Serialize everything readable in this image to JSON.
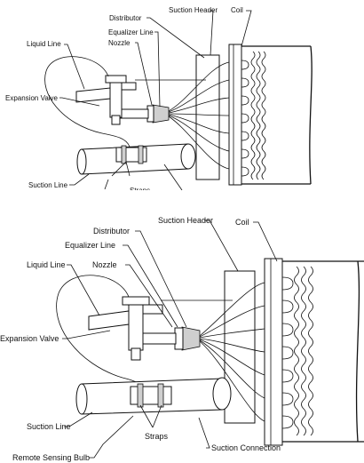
{
  "small_diagram": {
    "suction_header": "Suction Header",
    "coil": "Coil",
    "distributor": "Distributor",
    "equalizer_line": "Equalizer Line",
    "liquid_line": "Liquid Line",
    "nozzle": "Nozzle",
    "expansion_valve": "Expansion Valve",
    "suction_line": "Suction Line",
    "straps": "Straps"
  },
  "large_diagram": {
    "suction_header": "Suction Header",
    "coil": "Coil",
    "distributor": "Distributor",
    "equalizer_line": "Equalizer Line",
    "liquid_line": "Liquid Line",
    "nozzle": "Nozzle",
    "expansion_valve": "Expansion Valve",
    "suction_line": "Suction Line",
    "straps": "Straps",
    "remote_sensing_bulb": "Remote Sensing Bulb",
    "suction_connection": "Suction Connection"
  }
}
